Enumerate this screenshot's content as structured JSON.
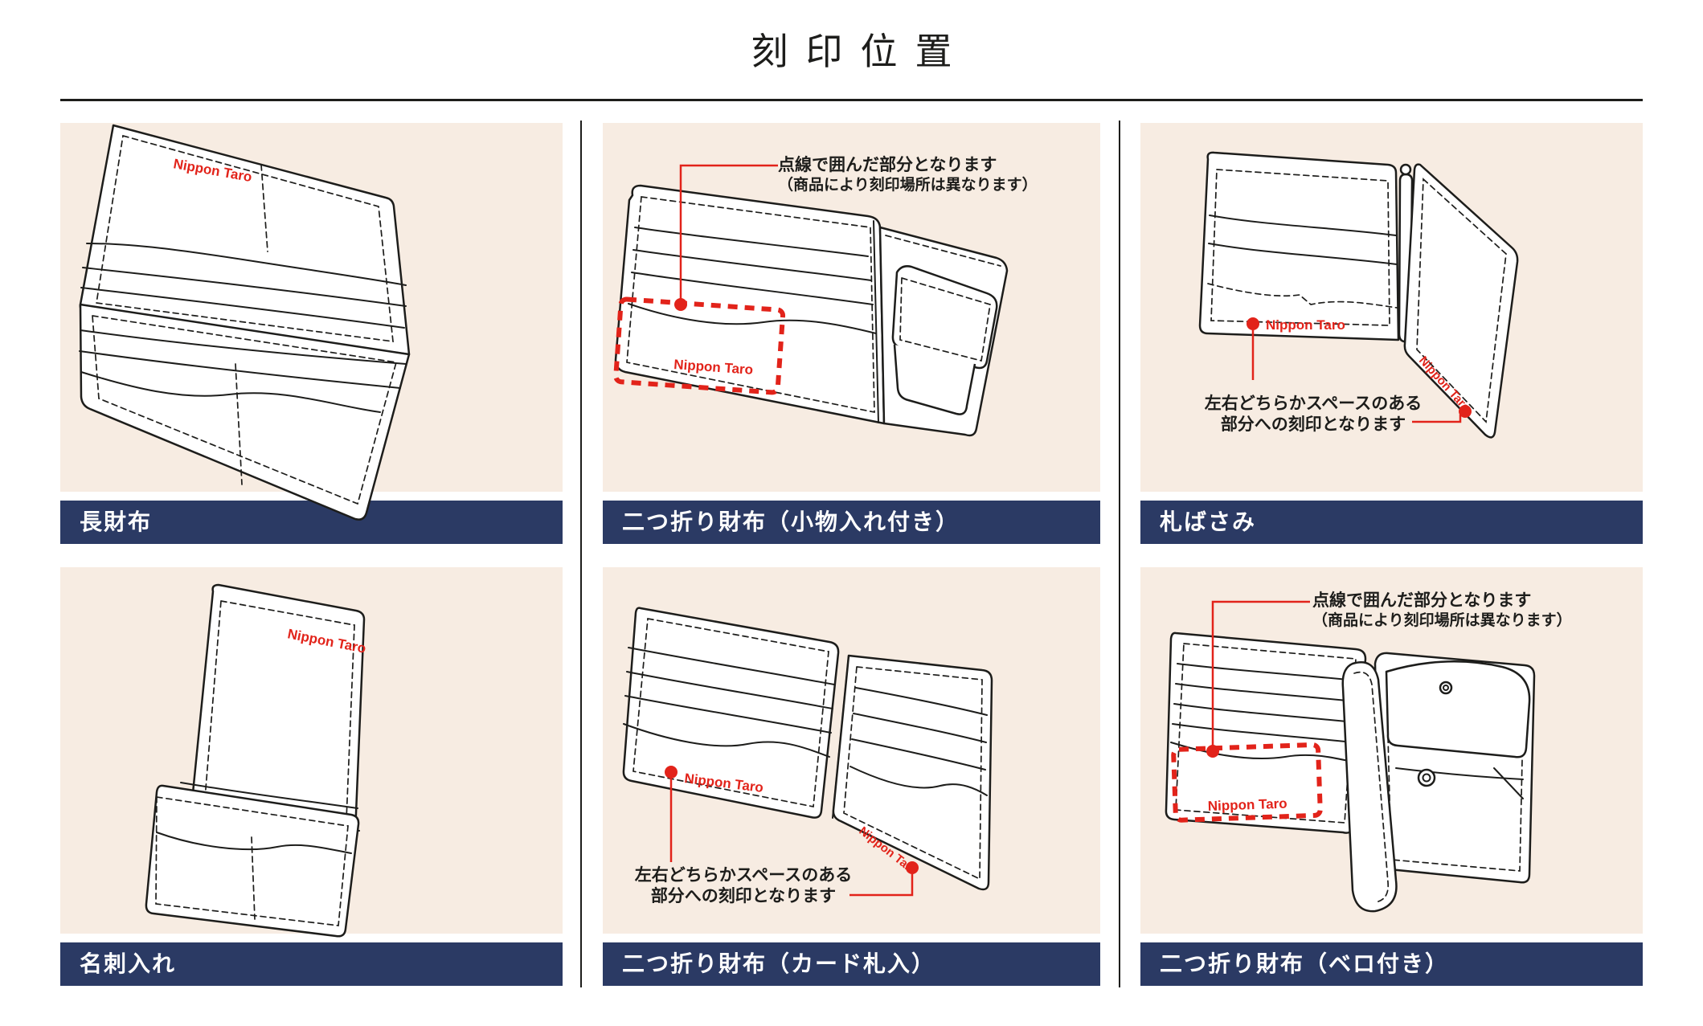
{
  "page": {
    "title": "刻印位置",
    "colors": {
      "background": "#ffffff",
      "panel_bg": "#f7ece2",
      "label_bg": "#2b3a64",
      "accent_red": "#e2231a",
      "line_ink": "#1d1d1b"
    }
  },
  "annotations": {
    "dotted": {
      "line1": "点線で囲んだ部分となります",
      "line2": "（商品により刻印場所は異なります）"
    },
    "side": {
      "line1": "左右どちらかスペースのある",
      "line2": "部分への刻印となります"
    },
    "sample_name": "Nippon Taro"
  },
  "panels": [
    {
      "id": "long-wallet",
      "label": "長財布"
    },
    {
      "id": "bifold-coin",
      "label": "二つ折り財布（小物入れ付き）"
    },
    {
      "id": "money-clip",
      "label": "札ばさみ"
    },
    {
      "id": "card-case",
      "label": "名刺入れ"
    },
    {
      "id": "bifold-card",
      "label": "二つ折り財布（カード札入）"
    },
    {
      "id": "bifold-tongue",
      "label": "二つ折り財布（ベロ付き）"
    }
  ]
}
